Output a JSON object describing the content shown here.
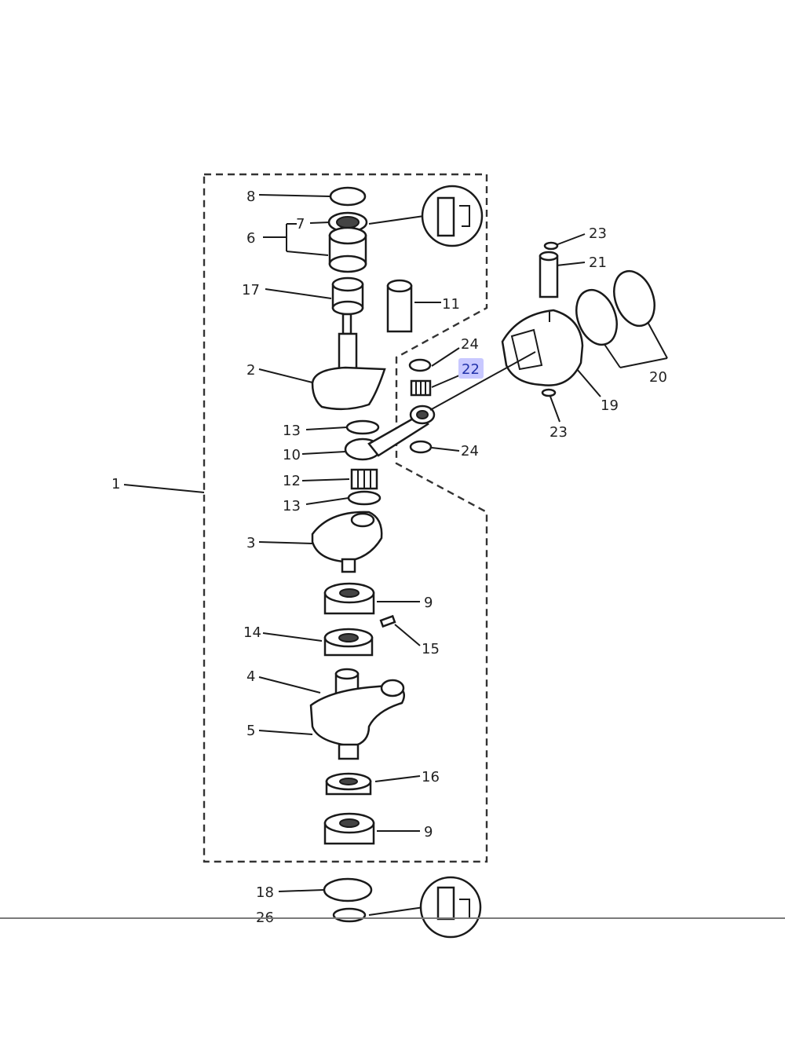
{
  "diagram": {
    "highlight_color": "#c8c8ff",
    "labels": {
      "p1": "1",
      "p2": "2",
      "p3": "3",
      "p4": "4",
      "p5": "5",
      "p6": "6",
      "p7": "7",
      "p8": "8",
      "p9a": "9",
      "p9b": "9",
      "p10": "10",
      "p11": "11",
      "p12": "12",
      "p13a": "13",
      "p13b": "13",
      "p14": "14",
      "p15": "15",
      "p16": "16",
      "p17": "17",
      "p18": "18",
      "p19": "19",
      "p20": "20",
      "p21": "21",
      "p22": "22",
      "p23a": "23",
      "p23b": "23",
      "p24a": "24",
      "p24b": "24",
      "p26": "26"
    }
  }
}
